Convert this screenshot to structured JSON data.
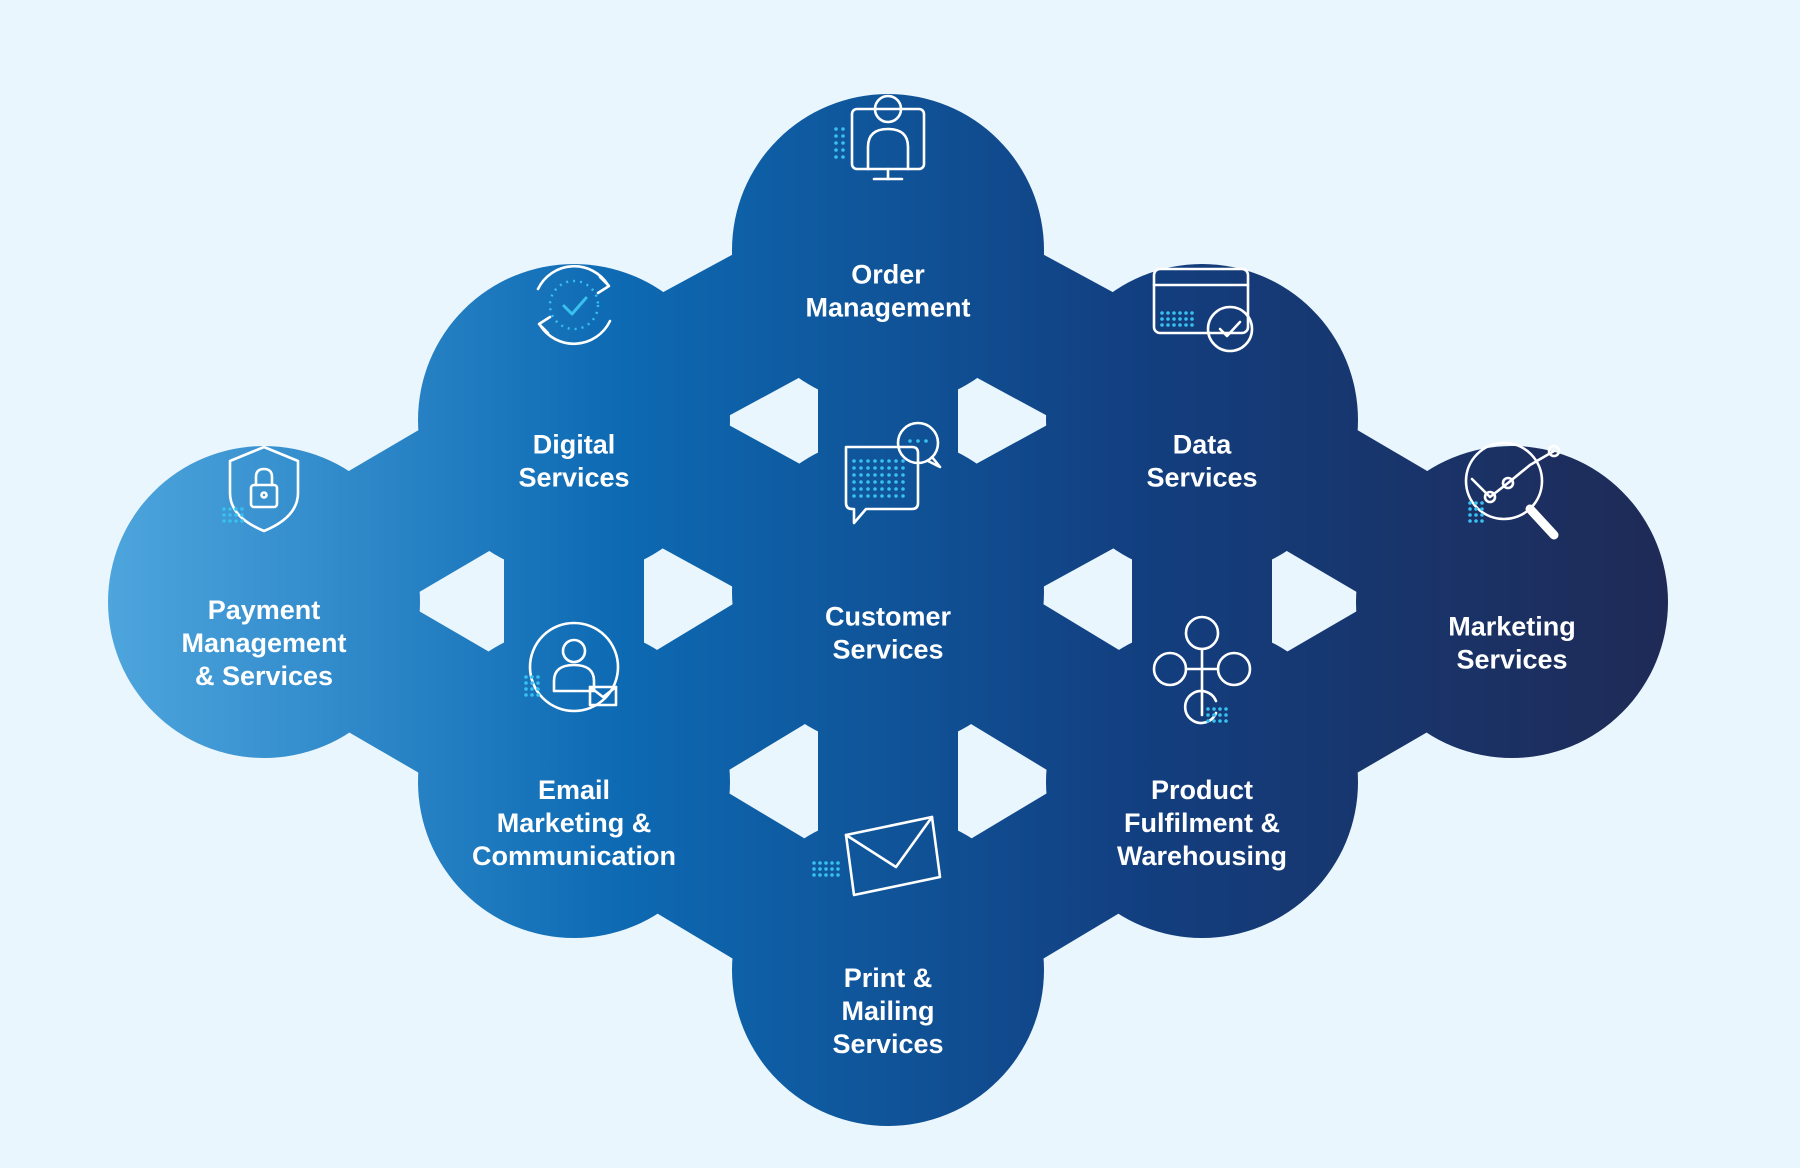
{
  "diagram": {
    "background_color": "#eaf6fd",
    "gradient_colors": [
      "#4fa6de",
      "#0d6ab3",
      "#123f80",
      "#1f2a56"
    ],
    "icon_accent_color": "#38c0ee",
    "nodes": [
      {
        "id": "order-management",
        "icon": "monitor-user-icon",
        "lines": [
          "Order",
          "Management"
        ]
      },
      {
        "id": "digital-services",
        "icon": "refresh-check-icon",
        "lines": [
          "Digital",
          "Services"
        ]
      },
      {
        "id": "data-services",
        "icon": "browser-check-icon",
        "lines": [
          "Data",
          "Services"
        ]
      },
      {
        "id": "payment-management-services",
        "icon": "shield-lock-icon",
        "lines": [
          "Payment",
          "Management",
          "& Services"
        ]
      },
      {
        "id": "customer-services",
        "icon": "chat-bubble-icon",
        "lines": [
          "Customer",
          "Services"
        ]
      },
      {
        "id": "marketing-services",
        "icon": "analytics-magnifier-icon",
        "lines": [
          "Marketing",
          "Services"
        ]
      },
      {
        "id": "email-marketing-communication",
        "icon": "user-mail-icon",
        "lines": [
          "Email",
          "Marketing &",
          "Communication"
        ]
      },
      {
        "id": "product-fulfilment-warehousing",
        "icon": "network-nodes-icon",
        "lines": [
          "Product",
          "Fulfilment &",
          "Warehousing"
        ]
      },
      {
        "id": "print-mailing-services",
        "icon": "envelope-icon",
        "lines": [
          "Print &",
          "Mailing",
          "Services"
        ]
      }
    ]
  }
}
